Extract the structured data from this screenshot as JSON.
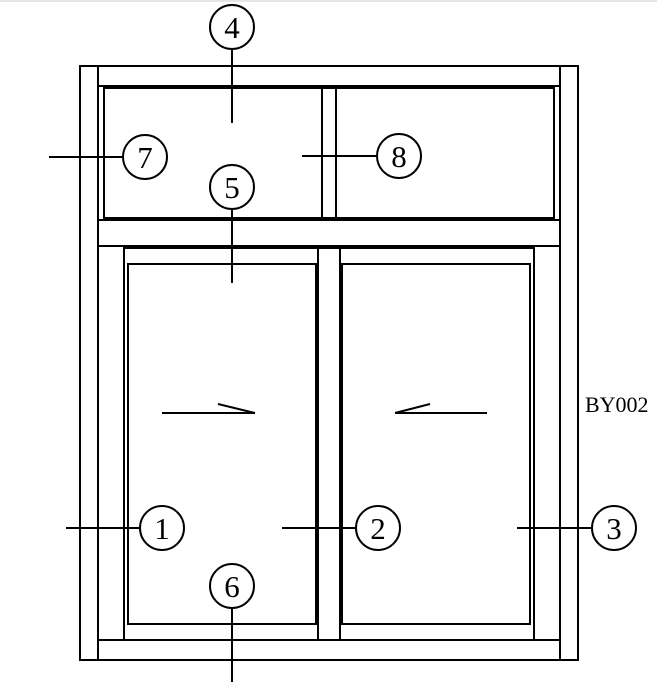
{
  "diagram": {
    "code": "BY002",
    "callouts": [
      {
        "id": "callout-1",
        "label": "1"
      },
      {
        "id": "callout-2",
        "label": "2"
      },
      {
        "id": "callout-3",
        "label": "3"
      },
      {
        "id": "callout-4",
        "label": "4"
      },
      {
        "id": "callout-5",
        "label": "5"
      },
      {
        "id": "callout-6",
        "label": "6"
      },
      {
        "id": "callout-7",
        "label": "7"
      },
      {
        "id": "callout-8",
        "label": "8"
      }
    ]
  }
}
